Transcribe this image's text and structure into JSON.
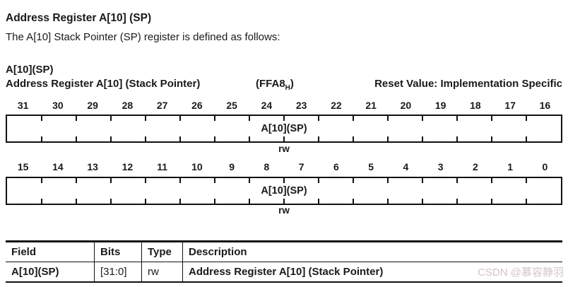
{
  "page": {
    "title": "Address Register A[10] (SP)",
    "intro": "The A[10] Stack Pointer (SP) register is defined as follows:"
  },
  "register": {
    "name": "A[10](SP)",
    "long_name": "Address Register A[10] (Stack Pointer)",
    "address_prefix": "(FFA8",
    "address_subscript": "H",
    "address_suffix": ")",
    "reset_value": "Reset Value: Implementation Specific",
    "rows": [
      {
        "bits": [
          "31",
          "30",
          "29",
          "28",
          "27",
          "26",
          "25",
          "24",
          "23",
          "22",
          "21",
          "20",
          "19",
          "18",
          "17",
          "16"
        ],
        "field_label": "A[10](SP)",
        "access": "rw"
      },
      {
        "bits": [
          "15",
          "14",
          "13",
          "12",
          "11",
          "10",
          "9",
          "8",
          "7",
          "6",
          "5",
          "4",
          "3",
          "2",
          "1",
          "0"
        ],
        "field_label": "A[10](SP)",
        "access": "rw"
      }
    ]
  },
  "table": {
    "headers": [
      "Field",
      "Bits",
      "Type",
      "Description"
    ],
    "rows": [
      [
        "A[10](SP)",
        "[31:0]",
        "rw",
        "Address Register A[10] (Stack Pointer)"
      ]
    ]
  },
  "watermark": "CSDN @慕容静羽",
  "colors": {
    "text": "#1a1a1a",
    "border": "#111111",
    "watermark": "#d2c4c4"
  }
}
